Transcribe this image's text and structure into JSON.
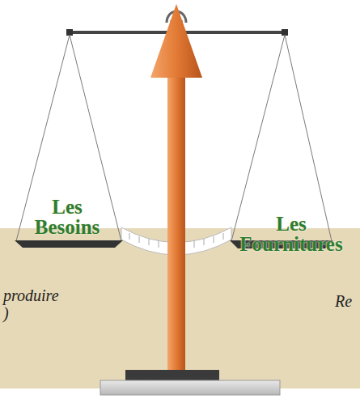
{
  "diagram": {
    "nodes": [
      {
        "text": [
          "Les Besoins"
        ]
      },
      {
        "text": [
          "Les Fournitures"
        ]
      }
    ],
    "labels": [
      "produire",
      ")",
      "Re"
    ]
  }
}
